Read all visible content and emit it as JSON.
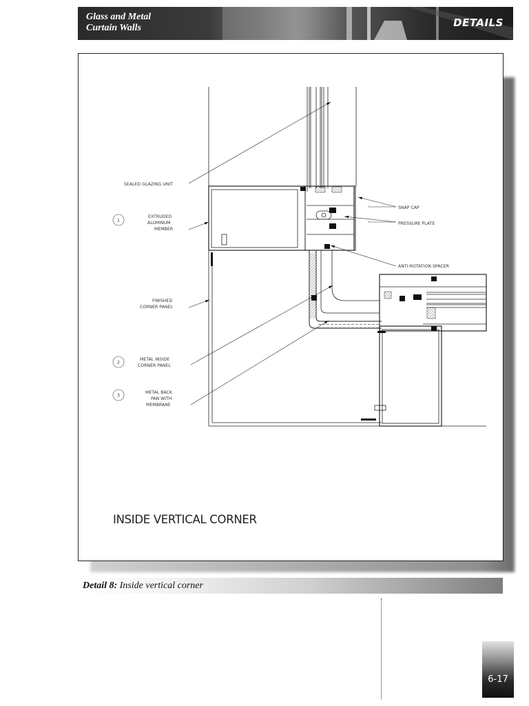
{
  "header": {
    "title_line1": "Glass and Metal",
    "title_line2": "Curtain Walls",
    "section": "DETAILS"
  },
  "drawing": {
    "title": "INSIDE VERTICAL CORNER",
    "labels": {
      "sealed_glazing_unit": "SEALED GLAZING UNIT",
      "extruded_1": "EXTRUDED",
      "extruded_2": "ALUMINUM",
      "extruded_3": "MEMBER",
      "finished_1": "FINISHED",
      "finished_2": "CORNER PANEL",
      "metal_inside_1": "METAL INSIDE",
      "metal_inside_2": "CORNER PANEL",
      "back_pan_1": "METAL BACK",
      "back_pan_2": "PAN WITH",
      "back_pan_3": "MEMBRANE",
      "snap_cap": "SNAP CAP",
      "pressure_plate": "PRESSURE PLATE",
      "anti_rotation": "ANTI-ROTATION SPACER"
    },
    "callouts": [
      "1",
      "2",
      "3"
    ]
  },
  "caption": {
    "label": "Detail 8:",
    "text": " Inside vertical corner"
  },
  "page_number": "6-17"
}
